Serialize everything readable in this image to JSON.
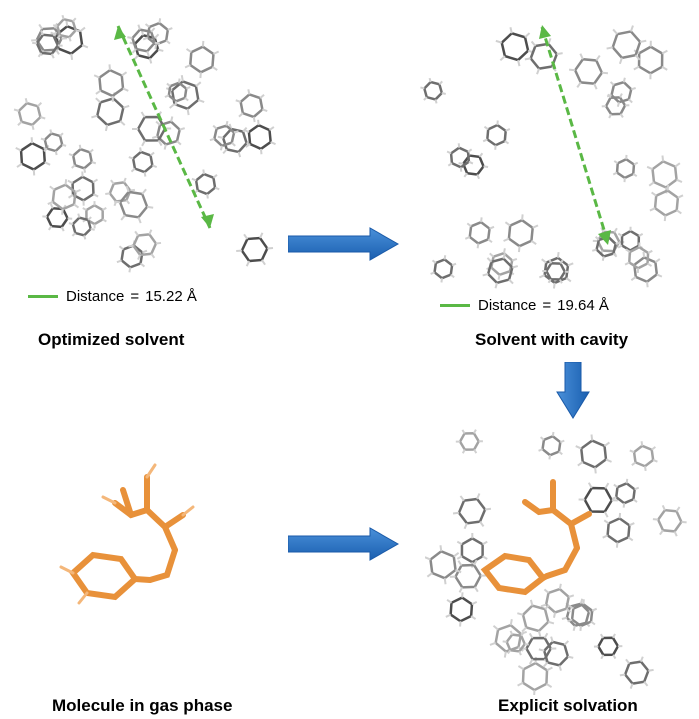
{
  "panels": {
    "optimized_solvent": {
      "title": "Optimized solvent",
      "distance_label": "Distance",
      "distance_value": "15.22 Å"
    },
    "solvent_with_cavity": {
      "title": "Solvent with cavity",
      "distance_label": "Distance",
      "distance_value": "19.64 Å"
    },
    "molecule_gas_phase": {
      "title": "Molecule in gas phase"
    },
    "explicit_solvation": {
      "title": "Explicit solvation"
    }
  },
  "colors": {
    "solvent": "#8a8a8a",
    "solute": "#e8913a",
    "distance_line": "#5ab845",
    "arrow": "#1f6fc4"
  },
  "icons": {
    "process_arrow": "right-arrow-icon",
    "down_arrow": "down-arrow-icon",
    "distance_marker": "line-swatch-icon"
  }
}
